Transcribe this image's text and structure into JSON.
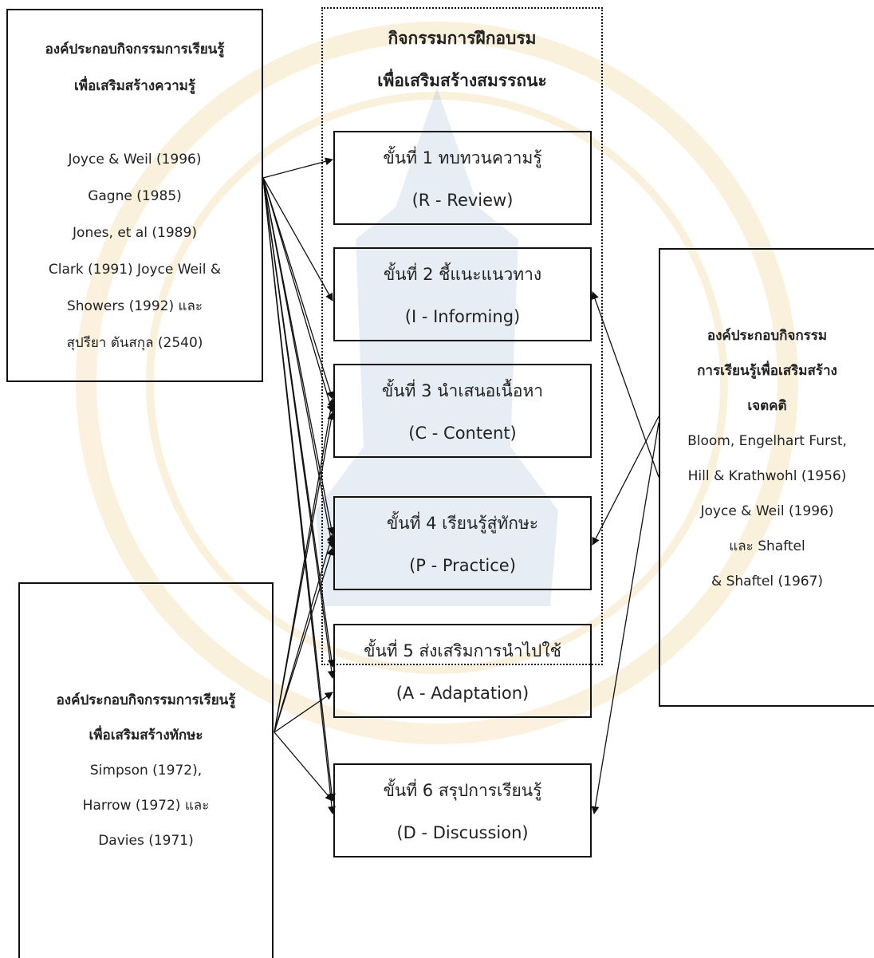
{
  "left_top_box": {
    "title_lines": [
      "องค์ประกอบกิจกรรมการเรียนรู้",
      "เพื่อเสริมสร้างความรู้"
    ],
    "references": [
      "Joyce & Weil (1996)",
      "Gagne (1985)",
      "Jones, et al (1989)",
      "Clark (1991) Joyce Weil &",
      "Showers (1992) และ",
      "สุปรียา ตันสกุล (2540)"
    ]
  },
  "center": {
    "title_lines": [
      "กิจกรรมการฝึกอบรม",
      "เพื่อเสริมสร้างสมรรถนะ"
    ],
    "steps": [
      {
        "label": "ขั้นที่ 1 ทบทวนความรู้",
        "code": "(R - Review)"
      },
      {
        "label": "ขั้นที่ 2 ชี้แนะแนวทาง",
        "code": "(I - Informing)"
      },
      {
        "label": "ขั้นที่ 3 นำเสนอเนื้อหา",
        "code": "(C - Content)"
      },
      {
        "label": "ขั้นที่ 4 เรียนรู้สู่ทักษะ",
        "code": "(P - Practice)"
      },
      {
        "label": "ขั้นที่ 5 ส่งเสริมการนำไปใช้",
        "code": "(A - Adaptation)"
      },
      {
        "label": "ขั้นที่ 6 สรุปการเรียนรู้",
        "code": "(D - Discussion)"
      }
    ]
  },
  "right_box": {
    "title_lines": [
      "องค์ประกอบกิจกรรม",
      "การเรียนรู้เพื่อเสริมสร้าง",
      "เจตคติ"
    ],
    "references": [
      "Bloom, Engelhart Furst,",
      "Hill & Krathwohl (1956)",
      "Joyce & Weil (1996)",
      "และ Shaftel",
      "& Shaftel (1967)"
    ]
  },
  "left_bottom_box": {
    "title_lines": [
      "องค์ประกอบกิจกรรมการเรียนรู้",
      "เพื่อเสริมสร้างทักษะ"
    ],
    "references": [
      "Simpson (1972),",
      "Harrow (1972) และ",
      "Davies (1971)"
    ]
  },
  "colors": {
    "line": "#111111",
    "watermark": "#e8b44a"
  }
}
